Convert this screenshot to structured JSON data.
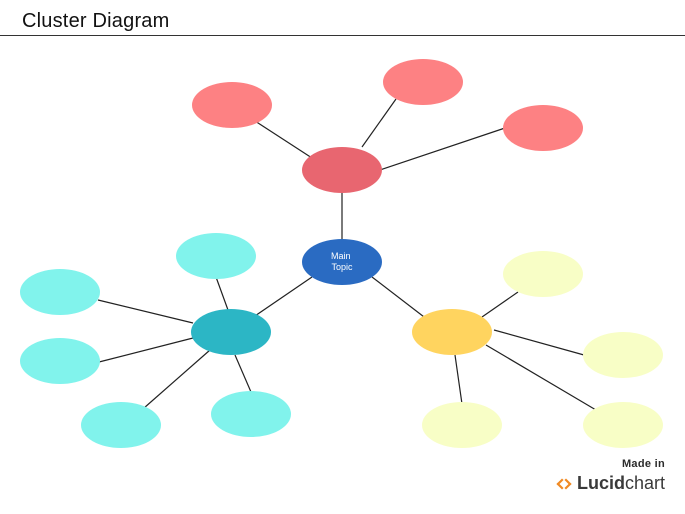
{
  "title": "Cluster Diagram",
  "diagram": {
    "center_label_lines": [
      "Main",
      "Topic"
    ]
  },
  "branding": {
    "made_in": "Made in",
    "brand_bold": "Lucid",
    "brand_light": "chart"
  },
  "colors": {
    "center": "#2a6bc2",
    "red_hub": "#e86670",
    "red_leaf": "#fd8183",
    "teal_hub": "#2cb6c5",
    "teal_leaf": "#81f3ec",
    "yellow_hub": "#ffd45f",
    "yellow_leaf": "#f8fec6",
    "line": "#222222",
    "logo": "#f08a24"
  }
}
